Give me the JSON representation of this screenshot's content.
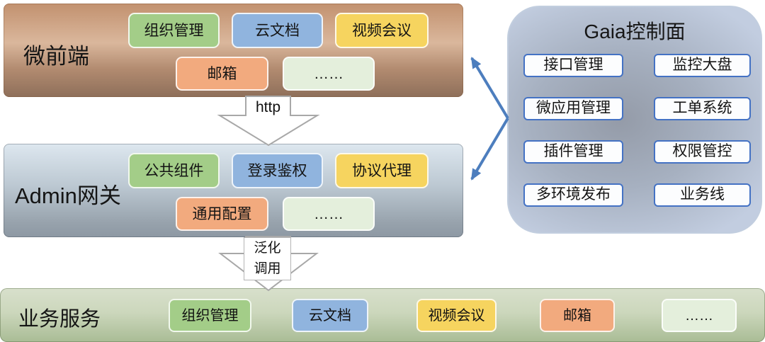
{
  "front_layer": {
    "label": "微前端",
    "row1": [
      {
        "label": "组织管理",
        "color": "green"
      },
      {
        "label": "云文档",
        "color": "blue"
      },
      {
        "label": "视频会议",
        "color": "yellow"
      }
    ],
    "row2": [
      {
        "label": "邮箱",
        "color": "orange"
      },
      {
        "label": "……",
        "color": "lightgreen"
      }
    ]
  },
  "gateway_layer": {
    "label": "Admin网关",
    "row1": [
      {
        "label": "公共组件",
        "color": "green"
      },
      {
        "label": "登录鉴权",
        "color": "blue"
      },
      {
        "label": "协议代理",
        "color": "yellow"
      }
    ],
    "row2": [
      {
        "label": "通用配置",
        "color": "orange"
      },
      {
        "label": "……",
        "color": "lightgreen"
      }
    ]
  },
  "services_layer": {
    "label": "业务服务",
    "items": [
      {
        "label": "组织管理",
        "color": "green"
      },
      {
        "label": "云文档",
        "color": "blue"
      },
      {
        "label": "视频会议",
        "color": "yellow"
      },
      {
        "label": "邮箱",
        "color": "orange"
      },
      {
        "label": "……",
        "color": "lightgreen"
      }
    ]
  },
  "arrows": {
    "http_label": "http",
    "generic_call_line1": "泛化",
    "generic_call_line2": "调用"
  },
  "control_plane": {
    "title": "Gaia控制面",
    "items": [
      "接口管理",
      "监控大盘",
      "微应用管理",
      "工单系统",
      "插件管理",
      "权限管控",
      "多环境发布",
      "业务线"
    ]
  },
  "colors": {
    "connector_blue": "#4d7ebe",
    "item_border_blue": "#4472c4",
    "btn_green": "#a3cd88",
    "btn_blue": "#90b4de",
    "btn_yellow": "#f6d45f",
    "btn_orange": "#f2aa7e",
    "btn_lightgreen": "#e4efdc",
    "front_box_top": "#c2916f",
    "gateway_box_top": "#dde7ef",
    "services_box_top": "#d8e0cc"
  }
}
